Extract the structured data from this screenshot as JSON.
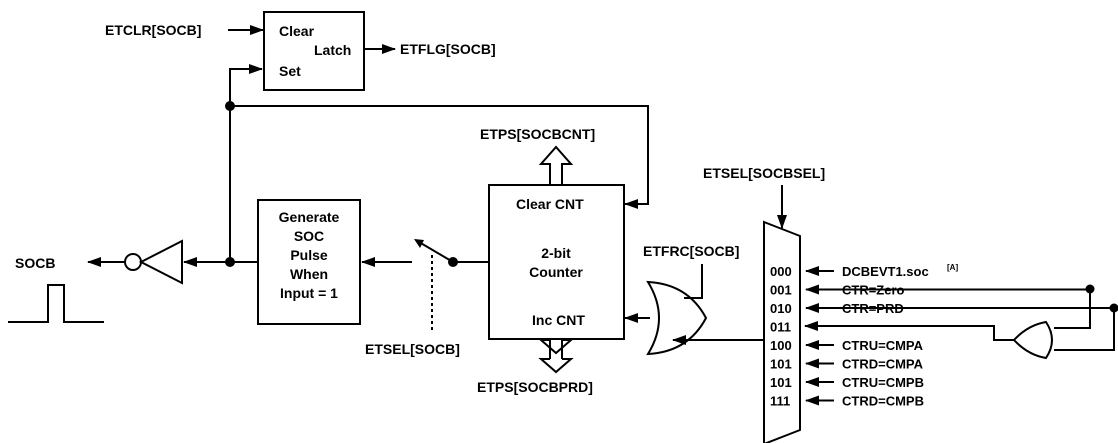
{
  "latch": {
    "input_clear": "ETCLR[SOCB]",
    "clear_label": "Clear",
    "latch_label": "Latch",
    "set_label": "Set",
    "output": "ETFLG[SOCB]"
  },
  "output": {
    "label": "SOCB"
  },
  "pulse_generator": {
    "line1": "Generate",
    "line2": "SOC",
    "line3": "Pulse",
    "line4": "When",
    "line5": "Input = 1"
  },
  "switch": {
    "control": "ETSEL[SOCB]"
  },
  "counter": {
    "cnt_bus_top": "ETPS[SOCBCNT]",
    "clear_cnt": "Clear CNT",
    "title_line1": "2-bit",
    "title_line2": "Counter",
    "inc_cnt": "Inc CNT",
    "prd_bus_bottom": "ETPS[SOCBPRD]"
  },
  "force": {
    "label": "ETFRC[SOCB]"
  },
  "mux": {
    "select_label": "ETSEL[SOCBSEL]",
    "inputs": [
      {
        "code": "000",
        "signal": "DCBEVT1.soc",
        "note": "[A]"
      },
      {
        "code": "001",
        "signal": "CTR=Zero",
        "note": ""
      },
      {
        "code": "010",
        "signal": "CTR=PRD",
        "note": ""
      },
      {
        "code": "011",
        "signal": "",
        "note": ""
      },
      {
        "code": "100",
        "signal": "CTRU=CMPA",
        "note": ""
      },
      {
        "code": "101",
        "signal": "CTRD=CMPA",
        "note": ""
      },
      {
        "code": "101",
        "signal": "CTRU=CMPB",
        "note": ""
      },
      {
        "code": "111",
        "signal": "CTRD=CMPB",
        "note": ""
      }
    ]
  }
}
